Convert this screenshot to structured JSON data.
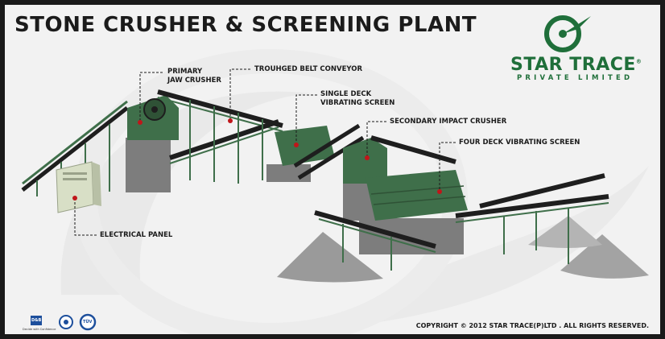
{
  "title": "STONE CRUSHER & SCREENING PLANT",
  "logo": {
    "name": "STAR TRACE",
    "registered": "®",
    "subtitle": "PRIVATE LIMITED",
    "color": "#1f6f3a"
  },
  "callouts": {
    "primary_jaw_crusher": [
      "PRIMARY",
      "JAW CRUSHER"
    ],
    "troughed_belt_conveyor": "TROUHGED BELT CONVEYOR",
    "single_deck_vibrating_screen": [
      "SINGLE DECK",
      "VIBRATING SCREEN"
    ],
    "secondary_impact_crusher": "SECONDARY IMPACT CRUSHER",
    "four_deck_vibrating_screen": "FOUR DECK VIBRATING SCREEN",
    "electrical_panel": "ELECTRICAL PANEL"
  },
  "certifications": {
    "dnb_label": "D&B",
    "dnb_tagline": "Decide with Confidence",
    "tuv_label": "TÜV"
  },
  "copyright": "COPYRIGHT © 2012 STAR TRACE(P)LTD . ALL RIGHTS RESERVED.",
  "colors": {
    "machinery_green": "#3f6f4a",
    "belt": "#1e1e1e",
    "marker": "#c0161a",
    "background": "#f2f2f2"
  }
}
